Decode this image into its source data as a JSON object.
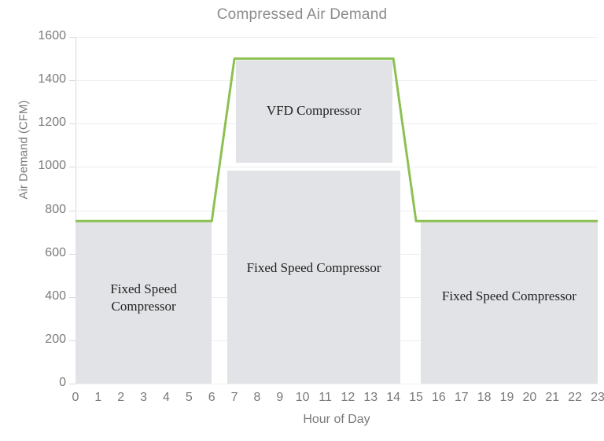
{
  "chart_data": {
    "type": "area",
    "title": "Compressed Air Demand",
    "xlabel": "Hour of Day",
    "ylabel": "Air Demand (CFM)",
    "xlim": [
      0,
      23
    ],
    "ylim": [
      0,
      1600
    ],
    "grid": true,
    "legend": "none",
    "y_ticks": [
      0,
      200,
      400,
      600,
      800,
      1000,
      1200,
      1400,
      1600
    ],
    "y_tick_labels": [
      "0",
      "200",
      "400",
      "600",
      "800",
      "1000",
      "1200",
      "1400",
      "1600"
    ],
    "x_ticks": [
      0,
      1,
      2,
      3,
      4,
      5,
      6,
      7,
      8,
      9,
      10,
      11,
      12,
      13,
      14,
      15,
      16,
      17,
      18,
      19,
      20,
      21,
      22,
      23
    ],
    "x_tick_labels": [
      "0",
      "1",
      "2",
      "3",
      "4",
      "5",
      "6",
      "7",
      "8",
      "9",
      "10",
      "11",
      "12",
      "13",
      "14",
      "15",
      "16",
      "17",
      "18",
      "19",
      "20",
      "21",
      "22",
      "23"
    ],
    "line_color": "#8cc152",
    "block_color": "#e1e3e6",
    "series": [
      {
        "name": "Air Demand",
        "x": [
          0,
          1,
          2,
          3,
          4,
          5,
          6,
          7,
          8,
          9,
          10,
          11,
          12,
          13,
          14,
          15,
          16,
          17,
          18,
          19,
          20,
          21,
          22,
          23
        ],
        "values": [
          750,
          750,
          750,
          750,
          750,
          750,
          750,
          1500,
          1500,
          1500,
          1500,
          1500,
          1500,
          1500,
          1500,
          750,
          750,
          750,
          750,
          750,
          750,
          750,
          750,
          750
        ]
      }
    ],
    "blocks": [
      {
        "id": "fixed-speed-left",
        "label": "Fixed Speed\nCompressor",
        "x_start": 0,
        "x_end": 6,
        "y_start": 0,
        "y_end": 750,
        "label_value": 430
      },
      {
        "id": "fixed-speed-middle",
        "label": "Fixed Speed Compressor",
        "x_start": 6.7,
        "x_end": 14.3,
        "y_start": 0,
        "y_end": 985,
        "label_value": 530
      },
      {
        "id": "vfd",
        "label": "VFD Compressor",
        "x_start": 7.05,
        "x_end": 13.95,
        "y_start": 1020,
        "y_end": 1490,
        "label_value": 1255
      },
      {
        "id": "fixed-speed-right",
        "label": "Fixed Speed Compressor",
        "x_start": 15.2,
        "x_end": 23,
        "y_start": 0,
        "y_end": 750,
        "label_value": 400
      }
    ]
  }
}
